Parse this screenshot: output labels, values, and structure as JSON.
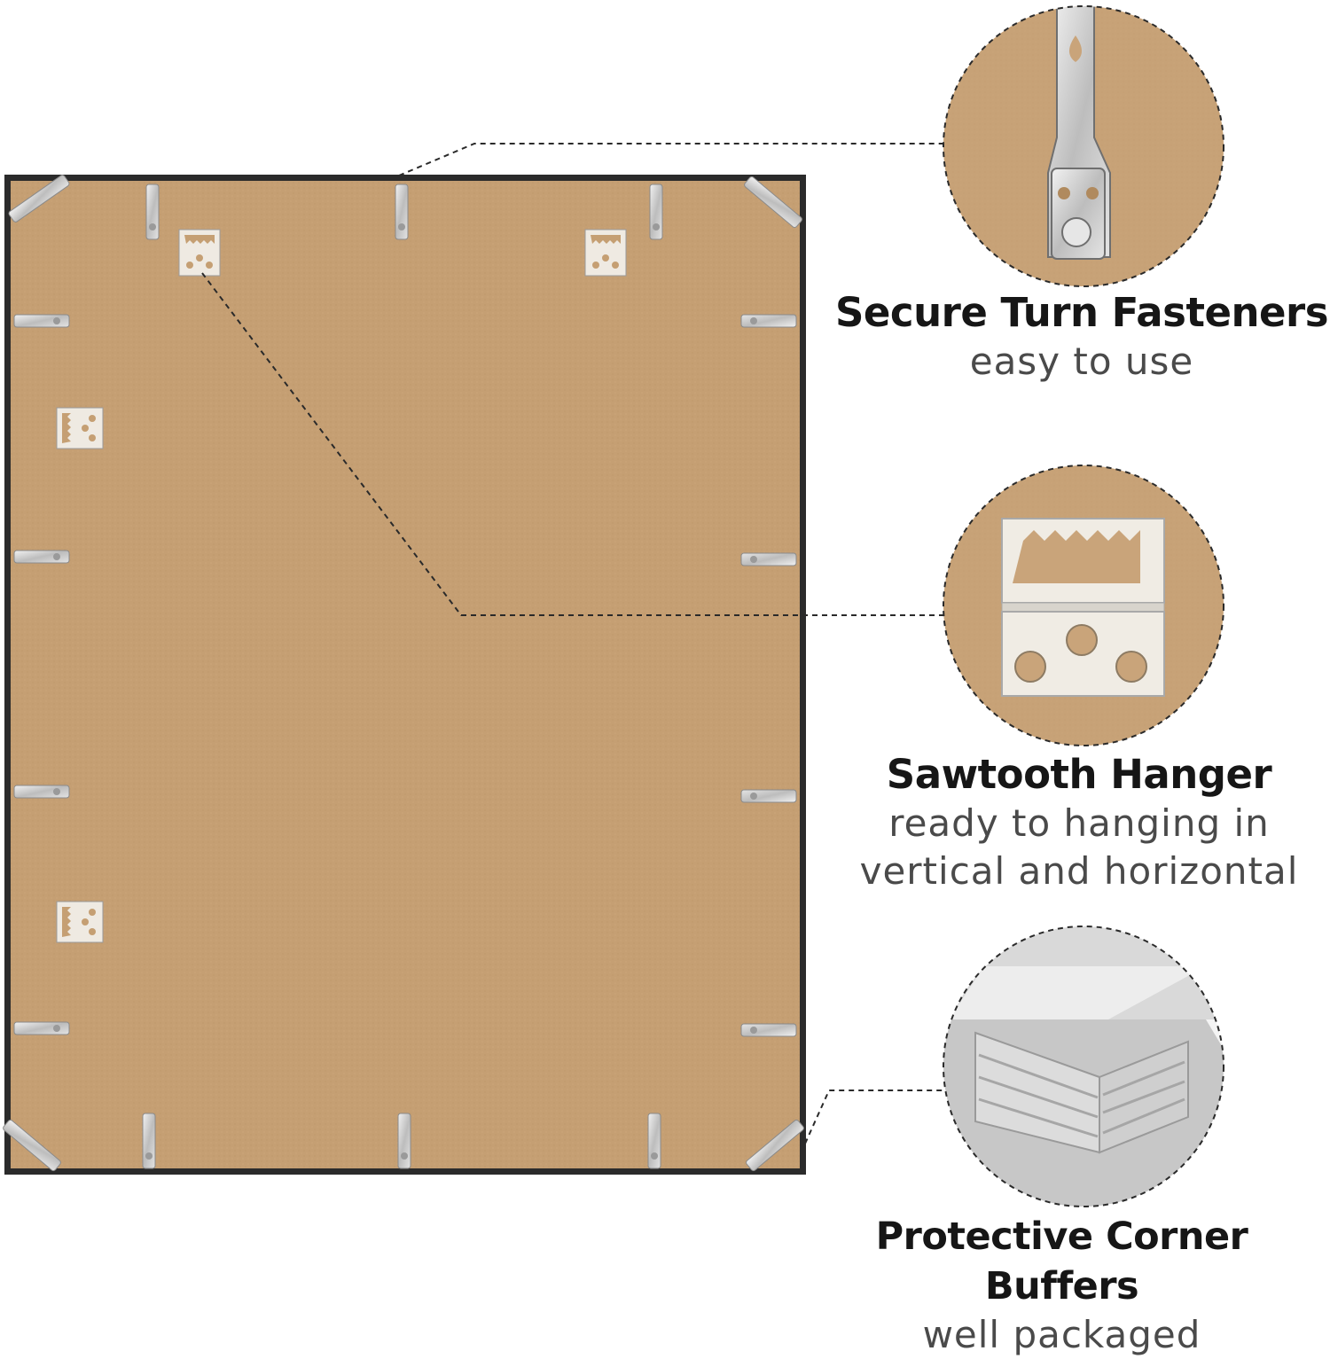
{
  "features": [
    {
      "id": "fasteners",
      "title": "Secure Turn Fasteners",
      "subtitle": [
        "easy to use"
      ],
      "icon": "turn-fastener-icon"
    },
    {
      "id": "hanger",
      "title": "Sawtooth Hanger",
      "subtitle": [
        "ready to hanging in",
        "vertical and horizontal"
      ],
      "icon": "sawtooth-hanger-icon"
    },
    {
      "id": "buffers",
      "title": "Protective Corner Buffers",
      "subtitle": [
        "well packaged"
      ],
      "icon": "corner-buffer-icon"
    }
  ],
  "colors": {
    "frame": "#2b2b2b",
    "backing": "#c59f73",
    "backing_zoom": "#c9a47a",
    "metal": "#d6d6d6",
    "text_title": "#161616",
    "text_sub": "#4a4a4a"
  }
}
